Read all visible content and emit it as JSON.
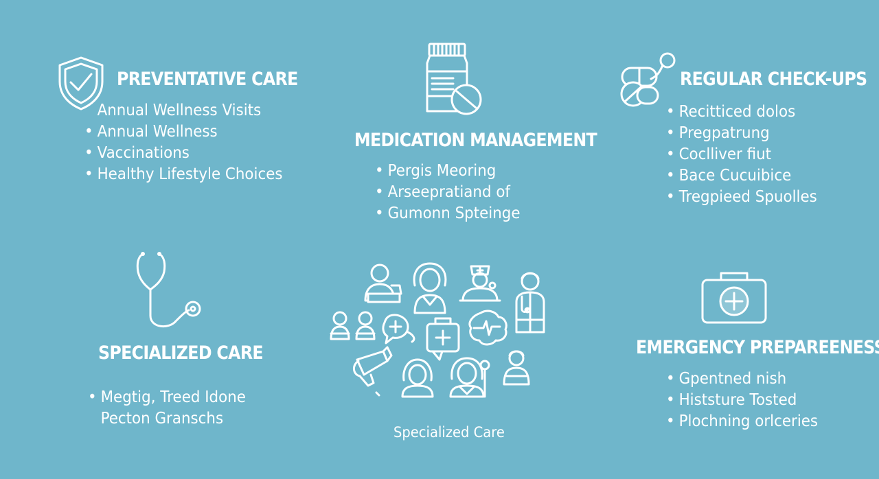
{
  "colors": {
    "background": "#6fb6cb",
    "foreground": "#ffffff"
  },
  "preventative_care": {
    "icon": "shield-check-icon",
    "title": "PREVENTATIVE CARE",
    "subtitle": "Annual Wellness Visits",
    "items": [
      "Annual Wellness",
      "Vaccinations",
      "Healthy Lifestyle Choices"
    ]
  },
  "medication_management": {
    "icon": "pill-bottle-icon",
    "title": "MEDICATION MANAGEMENT",
    "items": [
      "Pergis Meoring",
      "Arseepratiand of",
      "Gumonn Spteinge"
    ]
  },
  "regular_checkups": {
    "icon": "pills-icon",
    "title": "REGULAR CHECK-UPS",
    "items": [
      "Recitticed dolos",
      "Pregpatrung",
      "Coclliver fiut",
      "Bace Cucuibice",
      "Tregpieed Spuolles"
    ]
  },
  "specialized_care": {
    "icon": "stethoscope-icon",
    "title": "SPECIALIZED CARE",
    "items": [
      "Megtig, Treed Idone",
      "Pecton Granschs"
    ]
  },
  "center": {
    "icon": "healthcare-team-icon",
    "caption": "Specialized Care"
  },
  "emergency_preparedness": {
    "icon": "first-aid-kit-icon",
    "title": "EMERGENCY PREPAREENESS",
    "items": [
      "Gpentned nish",
      "Histsture Tosted",
      "Plochning orlceries"
    ]
  }
}
